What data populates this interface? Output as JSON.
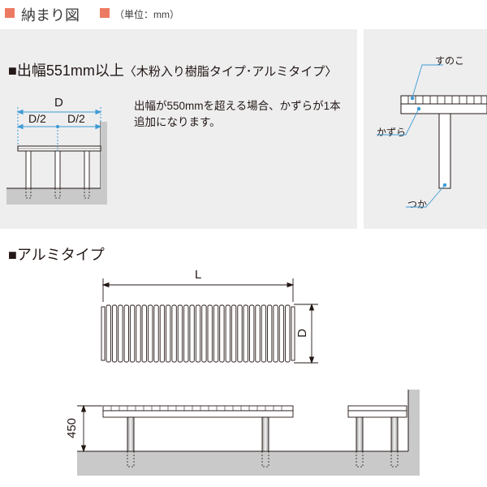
{
  "header": {
    "title": "納まり図",
    "unit": "（単位：mm）",
    "accent_color": "#ec7a61"
  },
  "section1": {
    "heading": "■出幅551mm以上",
    "heading_sub": "〈木粉入り樹脂タイプ･アルミタイプ〉",
    "note_line1": "出幅が550mmを超える場合、かずらが1本",
    "note_line2": "追加になります。",
    "dim_d": "D",
    "dim_half_left": "D/2",
    "dim_half_right": "D/2"
  },
  "detail": {
    "label_sunoko": "すのこ",
    "label_kazura": "かずら",
    "label_tsuka": "つか",
    "leader_color": "#3e9bd6"
  },
  "section2": {
    "heading": "■アルミタイプ",
    "dim_l": "L",
    "dim_d": "D",
    "dim_height": "450"
  }
}
